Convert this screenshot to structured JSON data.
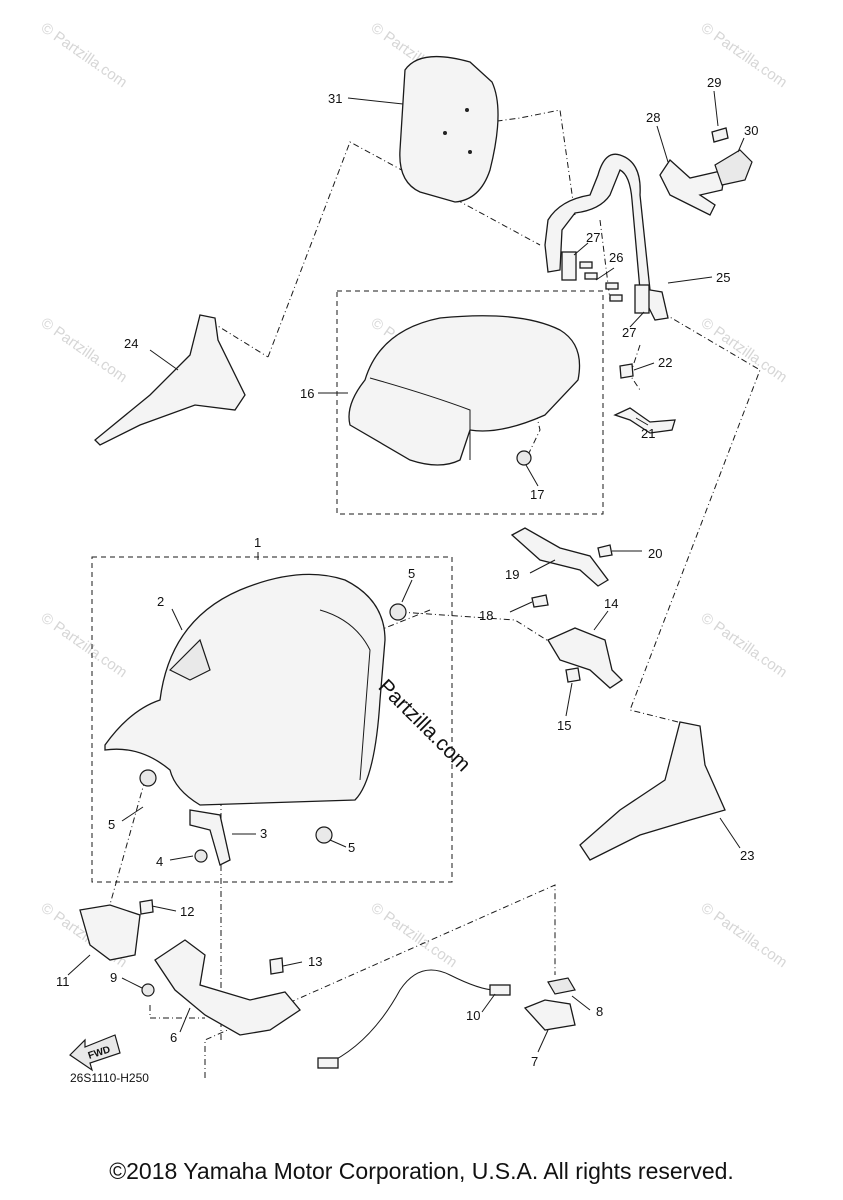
{
  "watermark": "© Partzilla.com",
  "center_mark": "Partzilla.com",
  "fwd_label": "FWD",
  "diagram_code": "26S1110-H250",
  "footer": "©2018 Yamaha Motor Corporation, U.S.A. All rights reserved.",
  "callouts": [
    "1",
    "2",
    "3",
    "4",
    "5",
    "5",
    "5",
    "6",
    "7",
    "8",
    "9",
    "10",
    "11",
    "12",
    "13",
    "14",
    "15",
    "16",
    "17",
    "18",
    "19",
    "20",
    "21",
    "22",
    "23",
    "24",
    "25",
    "26",
    "27",
    "27",
    "28",
    "29",
    "30",
    "31"
  ]
}
